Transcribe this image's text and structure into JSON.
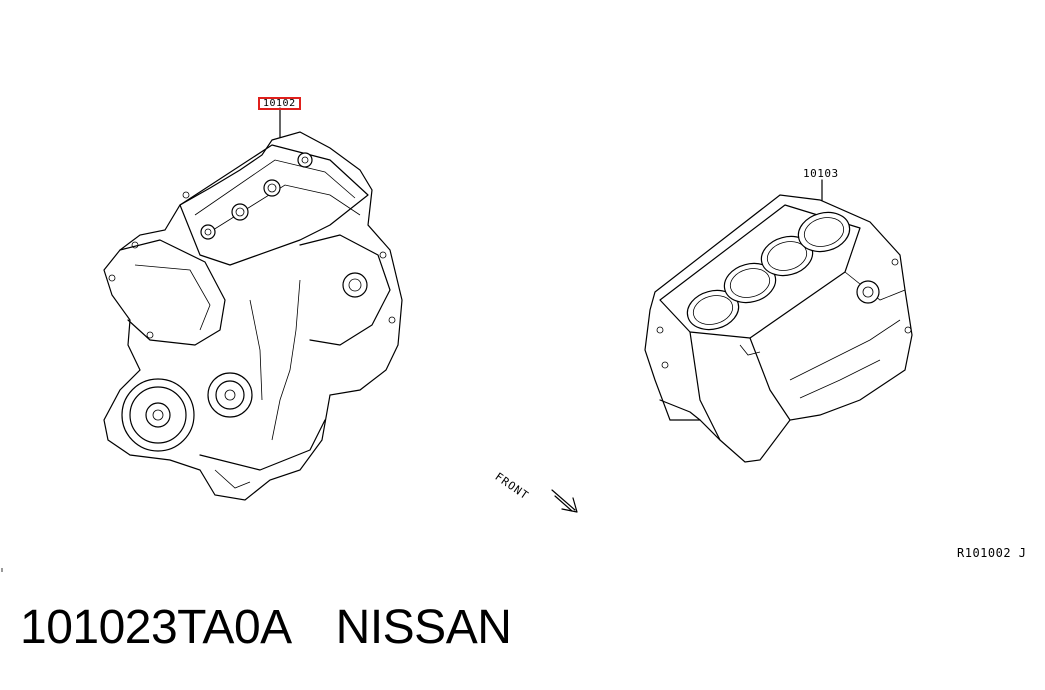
{
  "callouts": {
    "engine_assembly": "10102",
    "cylinder_block": "10103"
  },
  "diagram_labels": {
    "front": "FRONT",
    "reference_code": "R101002 J"
  },
  "footer": {
    "part_number": "101023TA0A",
    "brand": "NISSAN"
  },
  "colors": {
    "highlight": "#e0201c",
    "line": "#000000",
    "background": "#ffffff"
  },
  "icons": {
    "front_arrow": "front-arrow-icon"
  }
}
